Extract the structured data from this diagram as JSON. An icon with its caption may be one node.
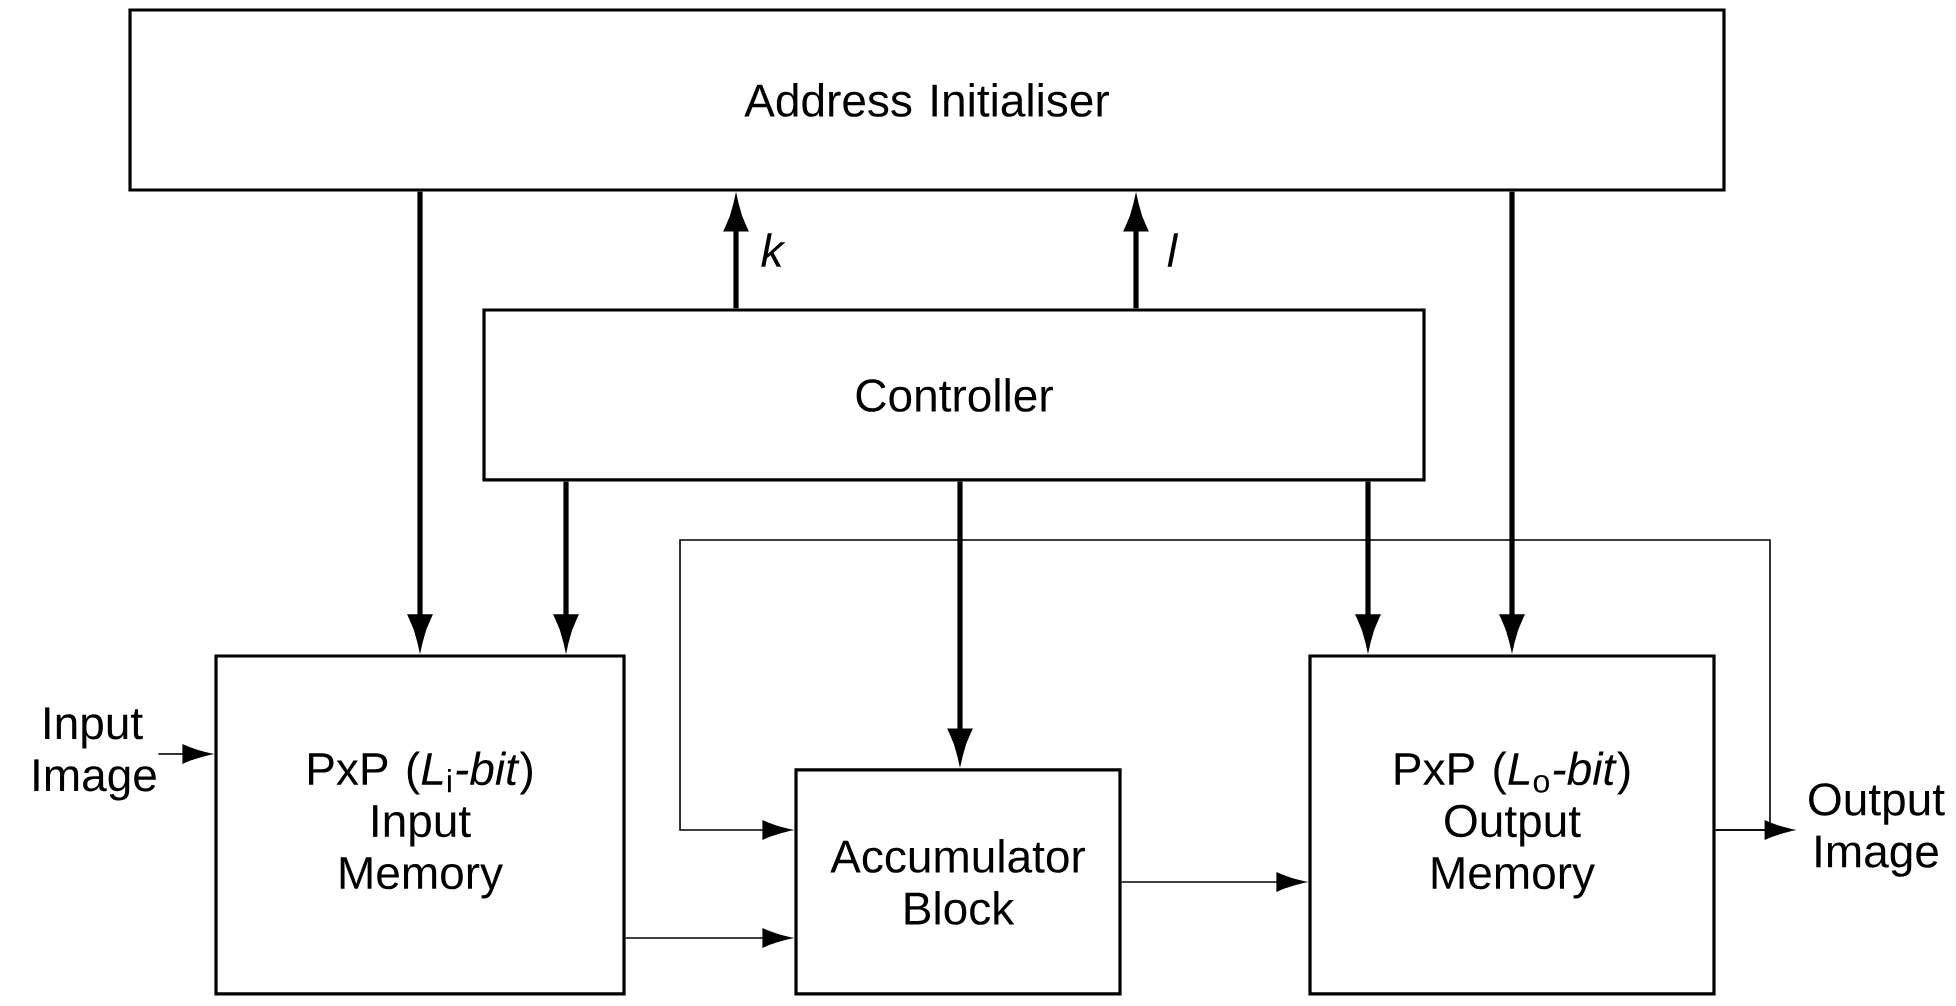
{
  "diagram": {
    "nodes": [
      {
        "text": [
          "Address Initialiser"
        ]
      },
      {
        "text": [
          "Controller"
        ]
      },
      {
        "text": [
          "PxP (*L*$_{i}$*-bit*) Input Memory"
        ]
      },
      {
        "text": [
          "Accumulator Block"
        ]
      },
      {
        "text": [
          "PxP (*L*$_{o}$*-bit*) Output Memory"
        ]
      },
      {
        "text": [
          "Input Image"
        ]
      },
      {
        "text": [
          "Output Image"
        ]
      }
    ],
    "edges": [
      {
        "from": 1,
        "to": 0,
        "arrow": "to",
        "label": "k"
      },
      {
        "from": 1,
        "to": 0,
        "arrow": "to",
        "label": "l"
      },
      {
        "from": 0,
        "to": 2,
        "arrow": "to"
      },
      {
        "from": 1,
        "to": 2,
        "arrow": "to"
      },
      {
        "from": 1,
        "to": 3,
        "arrow": "to"
      },
      {
        "from": 1,
        "to": 4,
        "arrow": "to"
      },
      {
        "from": 0,
        "to": 4,
        "arrow": "to"
      },
      {
        "from": 5,
        "to": 2,
        "arrow": "to"
      },
      {
        "from": 2,
        "to": 3,
        "arrow": "to"
      },
      {
        "from": 3,
        "to": 4,
        "arrow": "to"
      },
      {
        "from": 4,
        "to": 6,
        "arrow": "to"
      },
      {
        "from": 4,
        "to": 3,
        "arrow": "to"
      }
    ]
  }
}
